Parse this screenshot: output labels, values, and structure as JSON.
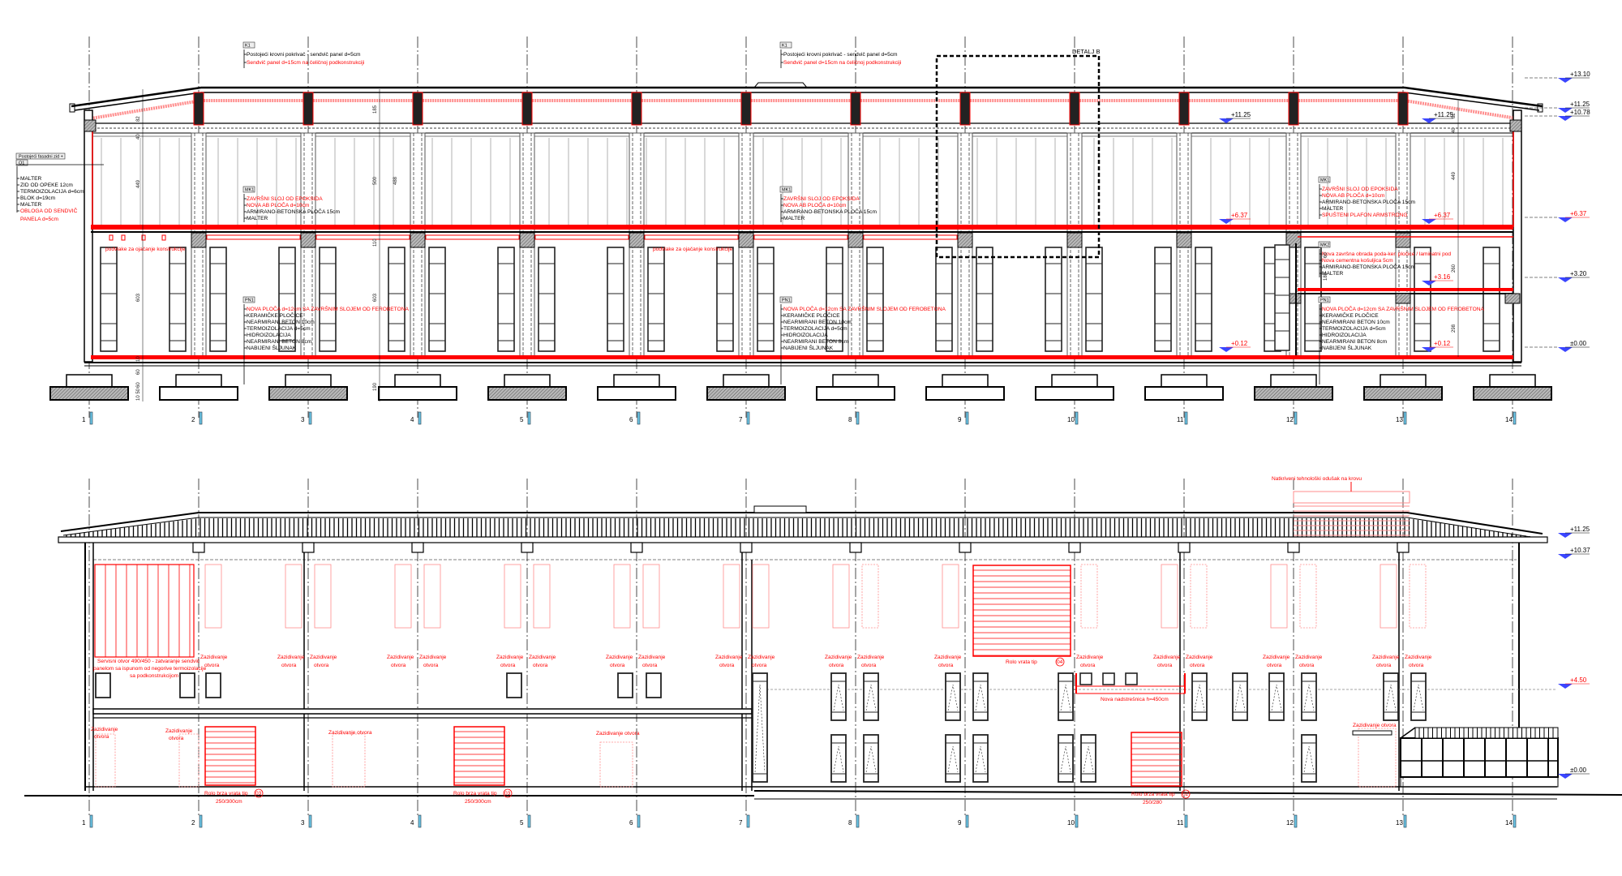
{
  "colors": {
    "line": "#000000",
    "red": "#ff0000",
    "pale_red": "#ff8c8c",
    "level_marker": "#3b46ff",
    "grid_marker": "#6cc6e6",
    "hatch": "#9a9a9a"
  },
  "grid_axes": [
    "1",
    "2",
    "3",
    "4",
    "5",
    "6",
    "7",
    "8",
    "9",
    "10",
    "11",
    "12",
    "13",
    "14"
  ],
  "section": {
    "levels_right": [
      "+13.10",
      "+11.25",
      "+10.78",
      "+6.37",
      "+3.20",
      "±0.00"
    ],
    "levels_inner": [
      "+11.25",
      "+11.25",
      "+6.37",
      "+6.37",
      "+3.16",
      "+0.12",
      "+0.12"
    ],
    "detail_label": "DETALJ B",
    "roof_notes": [
      {
        "tag": "K1",
        "lines": [
          {
            "t": "Postojeći krovni pokrivač - sendvič panel d=5cm",
            "red": false
          },
          {
            "t": "Sendvič panel d=15cm na čeličnoj podkonstrukciji",
            "red": true
          }
        ]
      },
      {
        "tag": "K1",
        "lines": [
          {
            "t": "Postojeći krovni pokrivač - sendvič panel d=5cm",
            "red": false
          },
          {
            "t": "Sendvič panel d=15cm na čeličnoj podkonstrukciji",
            "red": true
          }
        ]
      }
    ],
    "wall_note": {
      "title": "Postojeći fasadni zid +",
      "tag": "O1",
      "lines": [
        {
          "t": "MALTER",
          "red": false
        },
        {
          "t": "ZID OD OPEKE 12cm",
          "red": false
        },
        {
          "t": "TERMOIZOLACIJA d=6cm",
          "red": false
        },
        {
          "t": "BLOK d=19cm",
          "red": false
        },
        {
          "t": "MALTER",
          "red": false
        },
        {
          "t": "OBLOGA OD SENDVIČ",
          "red": true
        },
        {
          "t": "PANELA d=5cm",
          "red": true
        }
      ]
    },
    "ceiling_notes": [
      {
        "tag": "MK1",
        "lines": [
          {
            "t": "ZAVRŠNI SLOJ OD EPOKSIDA",
            "red": true
          },
          {
            "t": "NOVA AB PLOČA d=10cm",
            "red": true
          },
          {
            "t": "ARMIRANO-BETONSKA PLOČA 15cm",
            "red": false
          },
          {
            "t": "MALTER",
            "red": false
          }
        ]
      },
      {
        "tag": "MK1",
        "lines": [
          {
            "t": "ZAVRŠNI SLOJ OD EPOKSIDA",
            "red": true
          },
          {
            "t": "NOVA AB PLOČA d=10cm",
            "red": true
          },
          {
            "t": "ARMIRANO-BETONSKA PLOČA 15cm",
            "red": false
          },
          {
            "t": "MALTER",
            "red": false
          }
        ]
      },
      {
        "tag": "MK1",
        "lines": [
          {
            "t": "ZAVRŠNI SLOJ OD EPOKSIDA",
            "red": true
          },
          {
            "t": "NOVA AB PLOČA d=10cm",
            "red": true
          },
          {
            "t": "ARMIRANO-BETONSKA PLOČA 15cm",
            "red": false
          },
          {
            "t": "MALTER",
            "red": false
          },
          {
            "t": "SPUŠTENI PLAFON ARMSTRONG",
            "red": true
          }
        ]
      }
    ],
    "mezzanine_note": {
      "tag": "MK2",
      "lines": [
        {
          "t": "Nova završna obrada poda-ker. pločice / laminatni pod",
          "red": true
        },
        {
          "t": "Nova cementna košuljica 5cm",
          "red": true
        },
        {
          "t": "ARMIRANO-BETONSKA PLOČA 15cm",
          "red": false
        },
        {
          "t": "MALTER",
          "red": false
        }
      ]
    },
    "floor_notes": [
      {
        "tag": "PN1",
        "lines": [
          {
            "t": "NOVA PLOČA d=12cm SA ZAVRŠNIM SLOJEM OD FEROBETONA",
            "red": true
          },
          {
            "t": "KERAMIČKE PLOČICE",
            "red": false
          },
          {
            "t": "NEARMIRANI BETON 10cm",
            "red": false
          },
          {
            "t": "TERMOIZOLACIJA d=5cm",
            "red": false
          },
          {
            "t": "HIDROIZOLACIJA",
            "red": false
          },
          {
            "t": "NEARMIRANI BETON 8cm",
            "red": false
          },
          {
            "t": "NABIJENI ŠLJUNAK",
            "red": false
          }
        ]
      },
      {
        "tag": "PN1",
        "lines": [
          {
            "t": "NOVA PLOČA d=12cm SA ZAVRŠNIM SLOJEM OD FEROBETONA",
            "red": true
          },
          {
            "t": "KERAMIČKE PLOČICE",
            "red": false
          },
          {
            "t": "NEARMIRANI BETON 10cm",
            "red": false
          },
          {
            "t": "TERMOIZOLACIJA d=5cm",
            "red": false
          },
          {
            "t": "HIDROIZOLACIJA",
            "red": false
          },
          {
            "t": "NEARMIRANI BETON 8cm",
            "red": false
          },
          {
            "t": "NABIJENI ŠLJUNAK",
            "red": false
          }
        ]
      },
      {
        "tag": "PN1",
        "lines": [
          {
            "t": "NOVA PLOČA d=12cm SA ZAVRŠNIM SLOJEM OD FEROBETONA",
            "red": true
          },
          {
            "t": "KERAMIČKE PLOČICE",
            "red": false
          },
          {
            "t": "NEARMIRANI BETON 10cm",
            "red": false
          },
          {
            "t": "TERMOIZOLACIJA d=5cm",
            "red": false
          },
          {
            "t": "HIDROIZOLACIJA",
            "red": false
          },
          {
            "t": "NEARMIRANI BETON 8cm",
            "red": false
          },
          {
            "t": "NABIJENI ŠLJUNAK",
            "red": false
          }
        ]
      }
    ],
    "beam_notes": [
      "podvlake za ojačanje konstrukcije",
      "podvlake za ojačanje konstrukcije"
    ],
    "dimensions": [
      "82",
      "40",
      "449",
      "603",
      "10",
      "60",
      "60",
      "10 50",
      "185",
      "500",
      "488",
      "110",
      "603",
      "190",
      "82",
      "40",
      "449",
      "260",
      "298",
      "180",
      "60"
    ]
  },
  "elevation": {
    "levels_right": [
      "+11.25",
      "+10.37",
      "+4.50",
      "±0.00"
    ],
    "roof_vent_note": "Natkriveni tehnološki odušak na krovu",
    "service_opening_note": [
      "Servisni otvor 490/450 - zatvaranje sendvič",
      "panelom sa ispunom od negorive termoizolacije",
      "sa podkonstrukcijom"
    ],
    "infill_label": [
      "Zazidivanje",
      "otvora"
    ],
    "infill_label_single": "Zazidivanje otvora",
    "doors": [
      {
        "label": "Rolo brza vrata tip",
        "type": "03",
        "size": "250/300cm"
      },
      {
        "label": "Rolo brza vrata tip",
        "type": "03",
        "size": "250/300cm"
      },
      {
        "label": "Rolo vrata tip",
        "type": "04",
        "size": ""
      },
      {
        "label": "Rolo brza vrata tip",
        "type": "02",
        "size": "250/280"
      }
    ],
    "canopy_note": "Nova nadstrešnica h=450cm"
  }
}
